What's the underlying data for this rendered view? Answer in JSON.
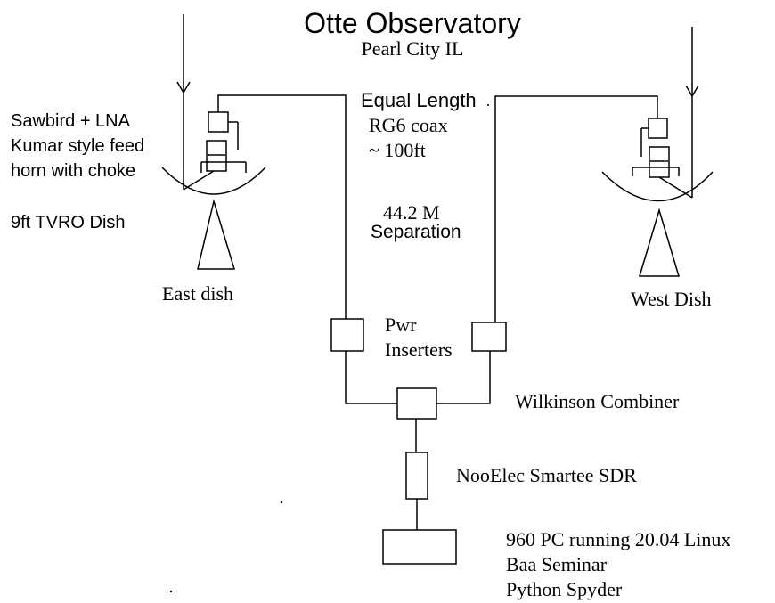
{
  "title": "Otte Observatory",
  "subtitle": "Pearl City IL",
  "east": {
    "feed_lines": [
      "Sawbird + LNA",
      "Kumar style feed",
      "horn with choke"
    ],
    "dish_size": "9ft TVRO Dish",
    "label": "East dish"
  },
  "west": {
    "label": "West Dish"
  },
  "cable": {
    "lines": [
      "Equal Length",
      "RG6 coax",
      "~ 100ft"
    ]
  },
  "separation": {
    "lines": [
      "44.2 M",
      "Separation"
    ]
  },
  "power": {
    "lines": [
      "Pwr",
      "Inserters"
    ]
  },
  "combiner": "Wilkinson Combiner",
  "sdr": "NooElec Smartee SDR",
  "pc": {
    "lines": [
      "960 PC running  20.04 Linux",
      "Baa Seminar",
      "Python Spyder"
    ]
  },
  "colors": {
    "line": "#000000",
    "background": "#ffffff"
  }
}
